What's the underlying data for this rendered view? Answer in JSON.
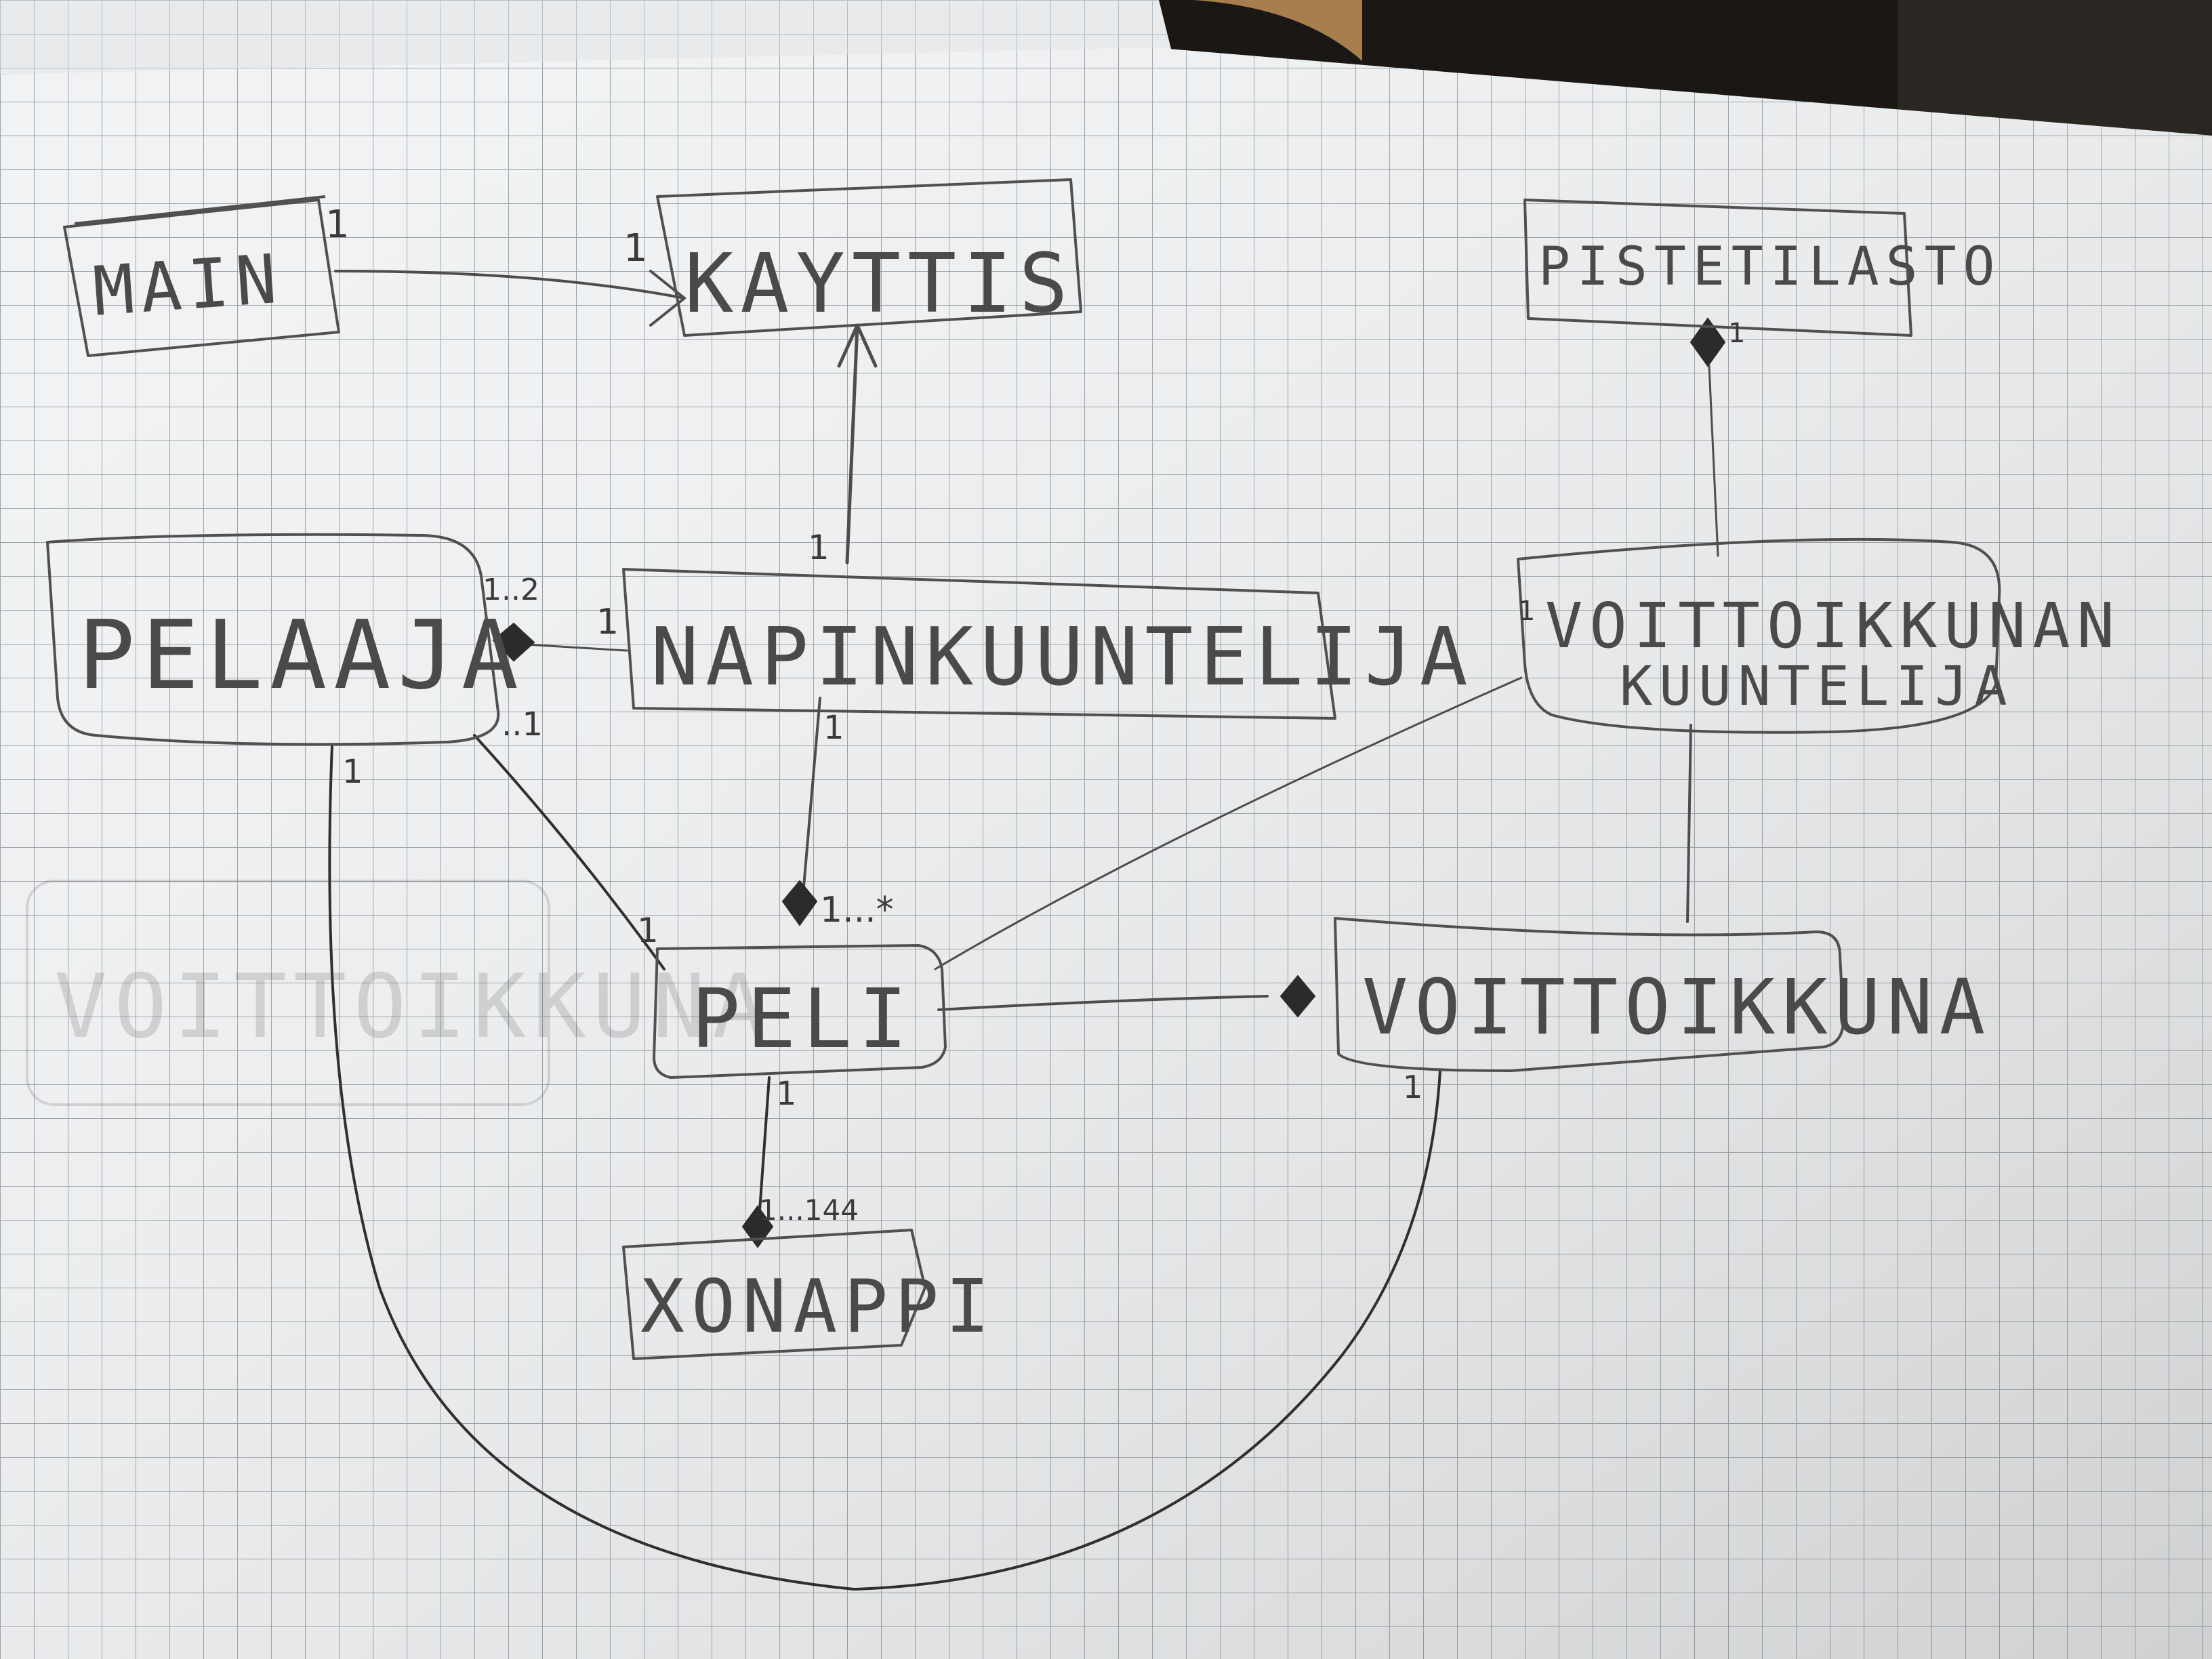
{
  "diagram": {
    "classes": {
      "main": "MAIN",
      "kayttis": "KAYTTIS",
      "pistetilasto": "PISTETILASTO",
      "pelaaja": "PELAAJA",
      "napinkuuntelija": "NAPINKUUNTELIJA",
      "voittoikkunan_kuuntelija_line1": "VOITTOIKKUNAN",
      "voittoikkunan_kuuntelija_line2": "KUUNTELIJA",
      "peli": "PELI",
      "voittoikkuna": "VOITTOIKKUNA",
      "xonappi": "XONAPPI",
      "faded_background": "VOITTOIKKUNA"
    },
    "multiplicities": {
      "main_kayttis_near_main": "1",
      "main_kayttis_near_kayttis": "1",
      "napin_kayttis": "1",
      "pelaaja_napin_near_pelaaja": "1..2",
      "pelaaja_napin_near_napin": "1",
      "pelaaja_peli_near_pelaaja": "..1",
      "pelaaja_peli_near_peli": "1",
      "pelaaja_curve": "1",
      "napin_peli_near_napin": "1",
      "napin_peli_near_peli": "1...*",
      "peli_xonappi_near_peli": "1",
      "peli_xonappi_near_xonappi": "1...144",
      "voittoikkuna_curve": "1",
      "pistetilasto_diamond": "1",
      "voittoikkunan_kuuntelija_left": "1"
    }
  }
}
